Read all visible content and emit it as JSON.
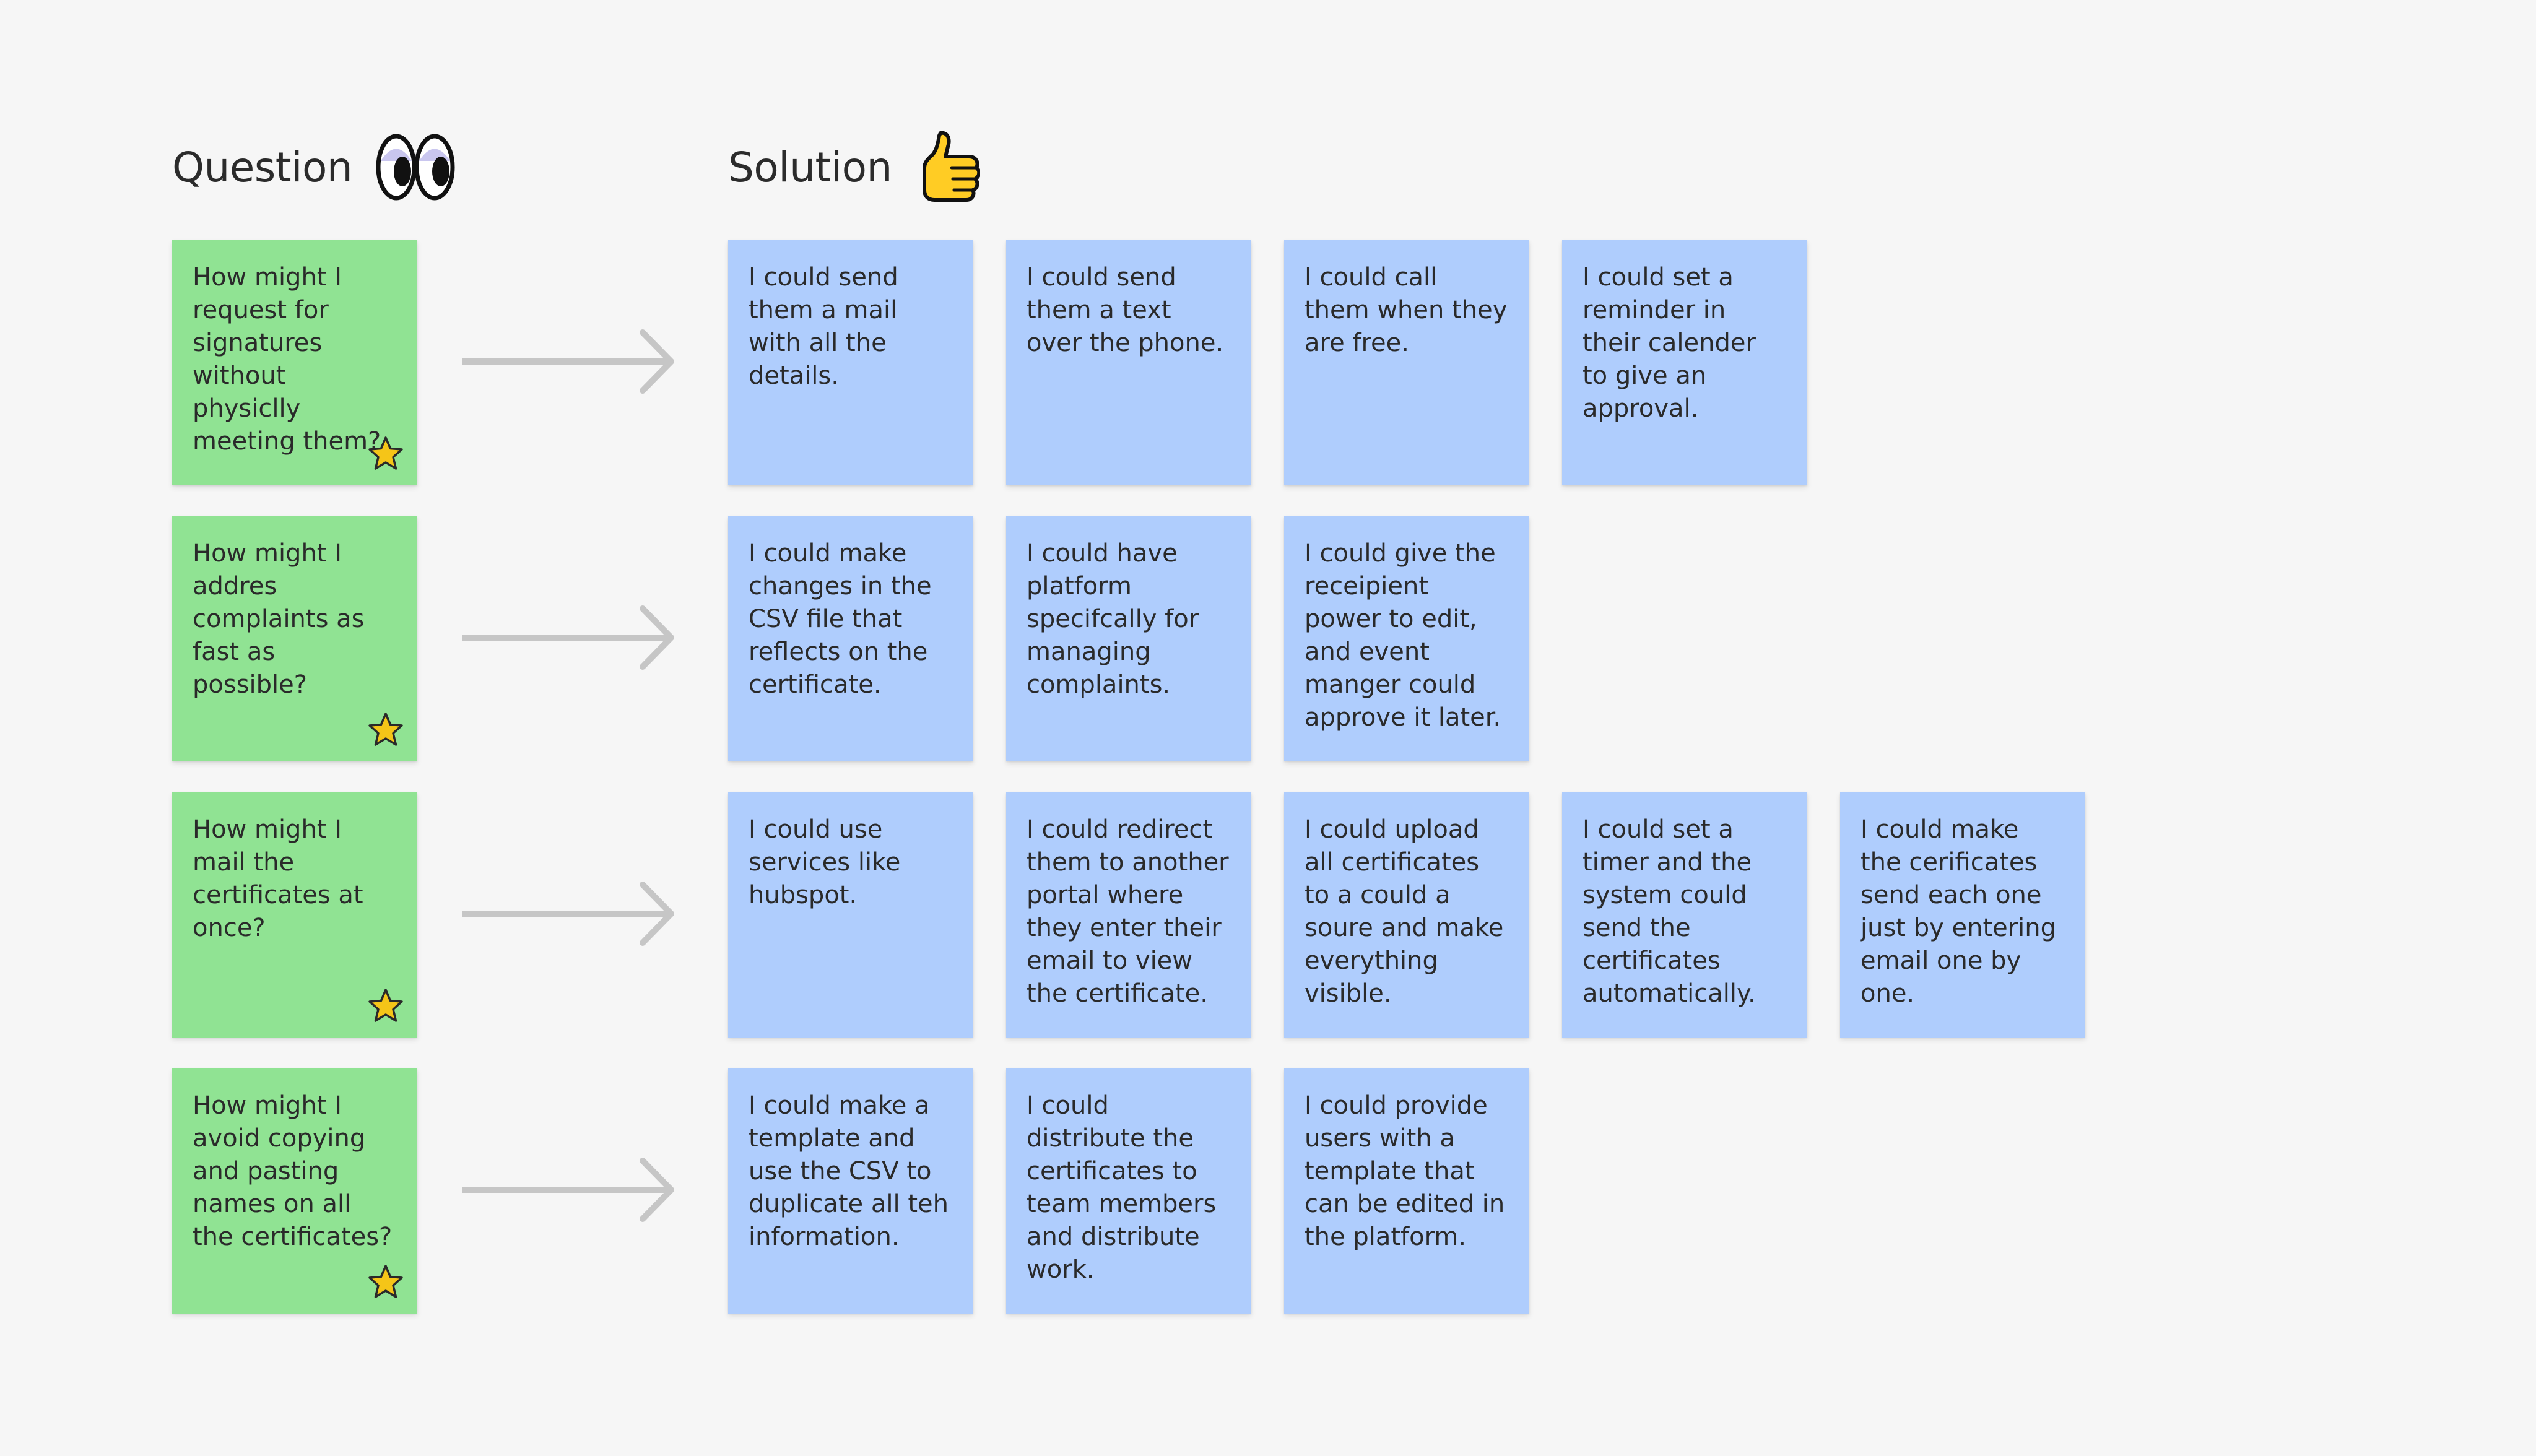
{
  "headers": {
    "question": "Question",
    "solution": "Solution"
  },
  "icons": {
    "question": "eyes-icon",
    "solution": "thumbs-up-icon",
    "favorite": "star-icon",
    "connector": "arrow-right-icon"
  },
  "colors": {
    "question_note": "#90e393",
    "solution_note": "#afcdfd",
    "arrow": "#c6c6c6",
    "star": "#f5c518"
  },
  "rows": [
    {
      "question": "How might I request for signatures without physiclly meeting them?",
      "solutions": [
        "I could send them a mail with all the details.",
        "I could send them a text over the phone.",
        "I could call them when they are free.",
        "I could set a reminder in their calender to give an approval."
      ]
    },
    {
      "question": "How might I addres complaints as fast as possible?",
      "solutions": [
        "I could make changes in the CSV file that reflects on the certificate.",
        "I could have platform specifcally for managing complaints.",
        "I could give the receipient power to edit, and event manger could approve it later."
      ]
    },
    {
      "question": "How might I mail the certificates at once?",
      "solutions": [
        "I could use services like hubspot.",
        "I could redirect them to another portal where they enter their email to view the certificate.",
        "I could upload all certificates to a could a soure and make everything visible.",
        "I could set a timer and the system could send the certificates automatically.",
        "I could make the cerificates send each one just by entering email one by one."
      ]
    },
    {
      "question": "How might I avoid copying and pasting names on all the certificates?",
      "solutions": [
        "I could make a template and use the CSV to duplicate all teh information.",
        "I could distribute the certificates to team members and distribute work.",
        "I could provide users with a template that can be edited in the platform."
      ]
    }
  ]
}
